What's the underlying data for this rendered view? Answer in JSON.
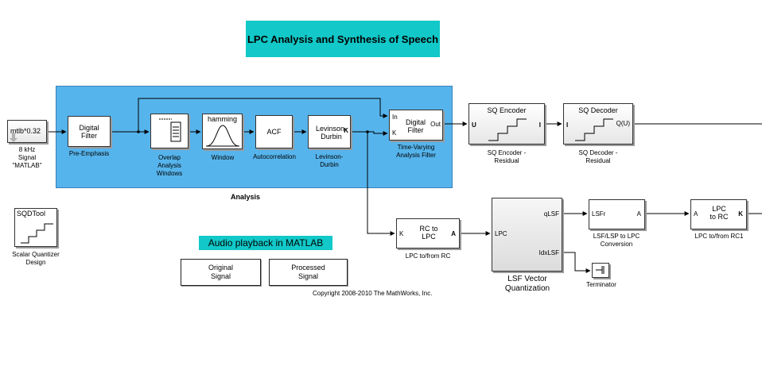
{
  "title": "LPC Analysis and Synthesis of Speech",
  "copyright": "Copyright 2008-2010 The MathWorks, Inc.",
  "audio_heading": "Audio playback in MATLAB",
  "analysis_label": "Analysis",
  "source": {
    "text": "mtlb*0.32",
    "caption": [
      "8 kHz",
      "Signal",
      "\"MATLAB\""
    ]
  },
  "digital_filter": {
    "text": [
      "Digital",
      "Filter"
    ],
    "caption": "Pre-Emphasis"
  },
  "overlap": {
    "caption": [
      "Overlap",
      "Analysis",
      "Windows"
    ]
  },
  "window": {
    "text": "hamming",
    "caption": "Window"
  },
  "acf": {
    "text": "ACF",
    "caption": "Autocorrelation"
  },
  "levinson": {
    "text": [
      "Levinson-",
      "Durbin"
    ],
    "port_k": "K",
    "caption": [
      "Levinson-",
      "Durbin"
    ]
  },
  "tv_filter": {
    "port_in": "In",
    "port_k": "K",
    "text": [
      "Digital",
      "Filter"
    ],
    "port_out": "Out",
    "caption": [
      "Time-Varying",
      "Analysis Filter"
    ]
  },
  "sq_encoder": {
    "text": "SQ Encoder",
    "port_u": "U",
    "port_i": "I",
    "caption": [
      "SQ Encoder -",
      "Residual"
    ]
  },
  "sq_decoder": {
    "text": "SQ Decoder",
    "port_i": "I",
    "port_q": "Q(U)",
    "caption": [
      "SQ Decoder -",
      "Residual"
    ]
  },
  "sqdtool": {
    "text": "SQDTool",
    "caption": [
      "Scalar Quantizer",
      "Design"
    ]
  },
  "rc_to_lpc": {
    "text": [
      "RC to",
      "LPC"
    ],
    "port_k": "K",
    "port_a": "A",
    "caption": "LPC to/from RC"
  },
  "lsf_vq": {
    "port_lpc": "LPC",
    "port_qlsf": "qLSF",
    "port_idx": "IdxLSF",
    "caption": [
      "LSF Vector",
      "Quantization"
    ]
  },
  "lsf_to_lpc": {
    "port_lsf": "LSFr",
    "port_a": "A",
    "caption": [
      "LSF/LSP to LPC",
      "Conversion"
    ]
  },
  "lpc_to_rc": {
    "text": [
      "LPC",
      "to RC"
    ],
    "port_a": "A",
    "port_k": "K",
    "caption": "LPC to/from RC1"
  },
  "terminator": {
    "caption": "Terminator"
  },
  "buttons": {
    "original": [
      "Original",
      "Signal"
    ],
    "processed": [
      "Processed",
      "Signal"
    ]
  }
}
